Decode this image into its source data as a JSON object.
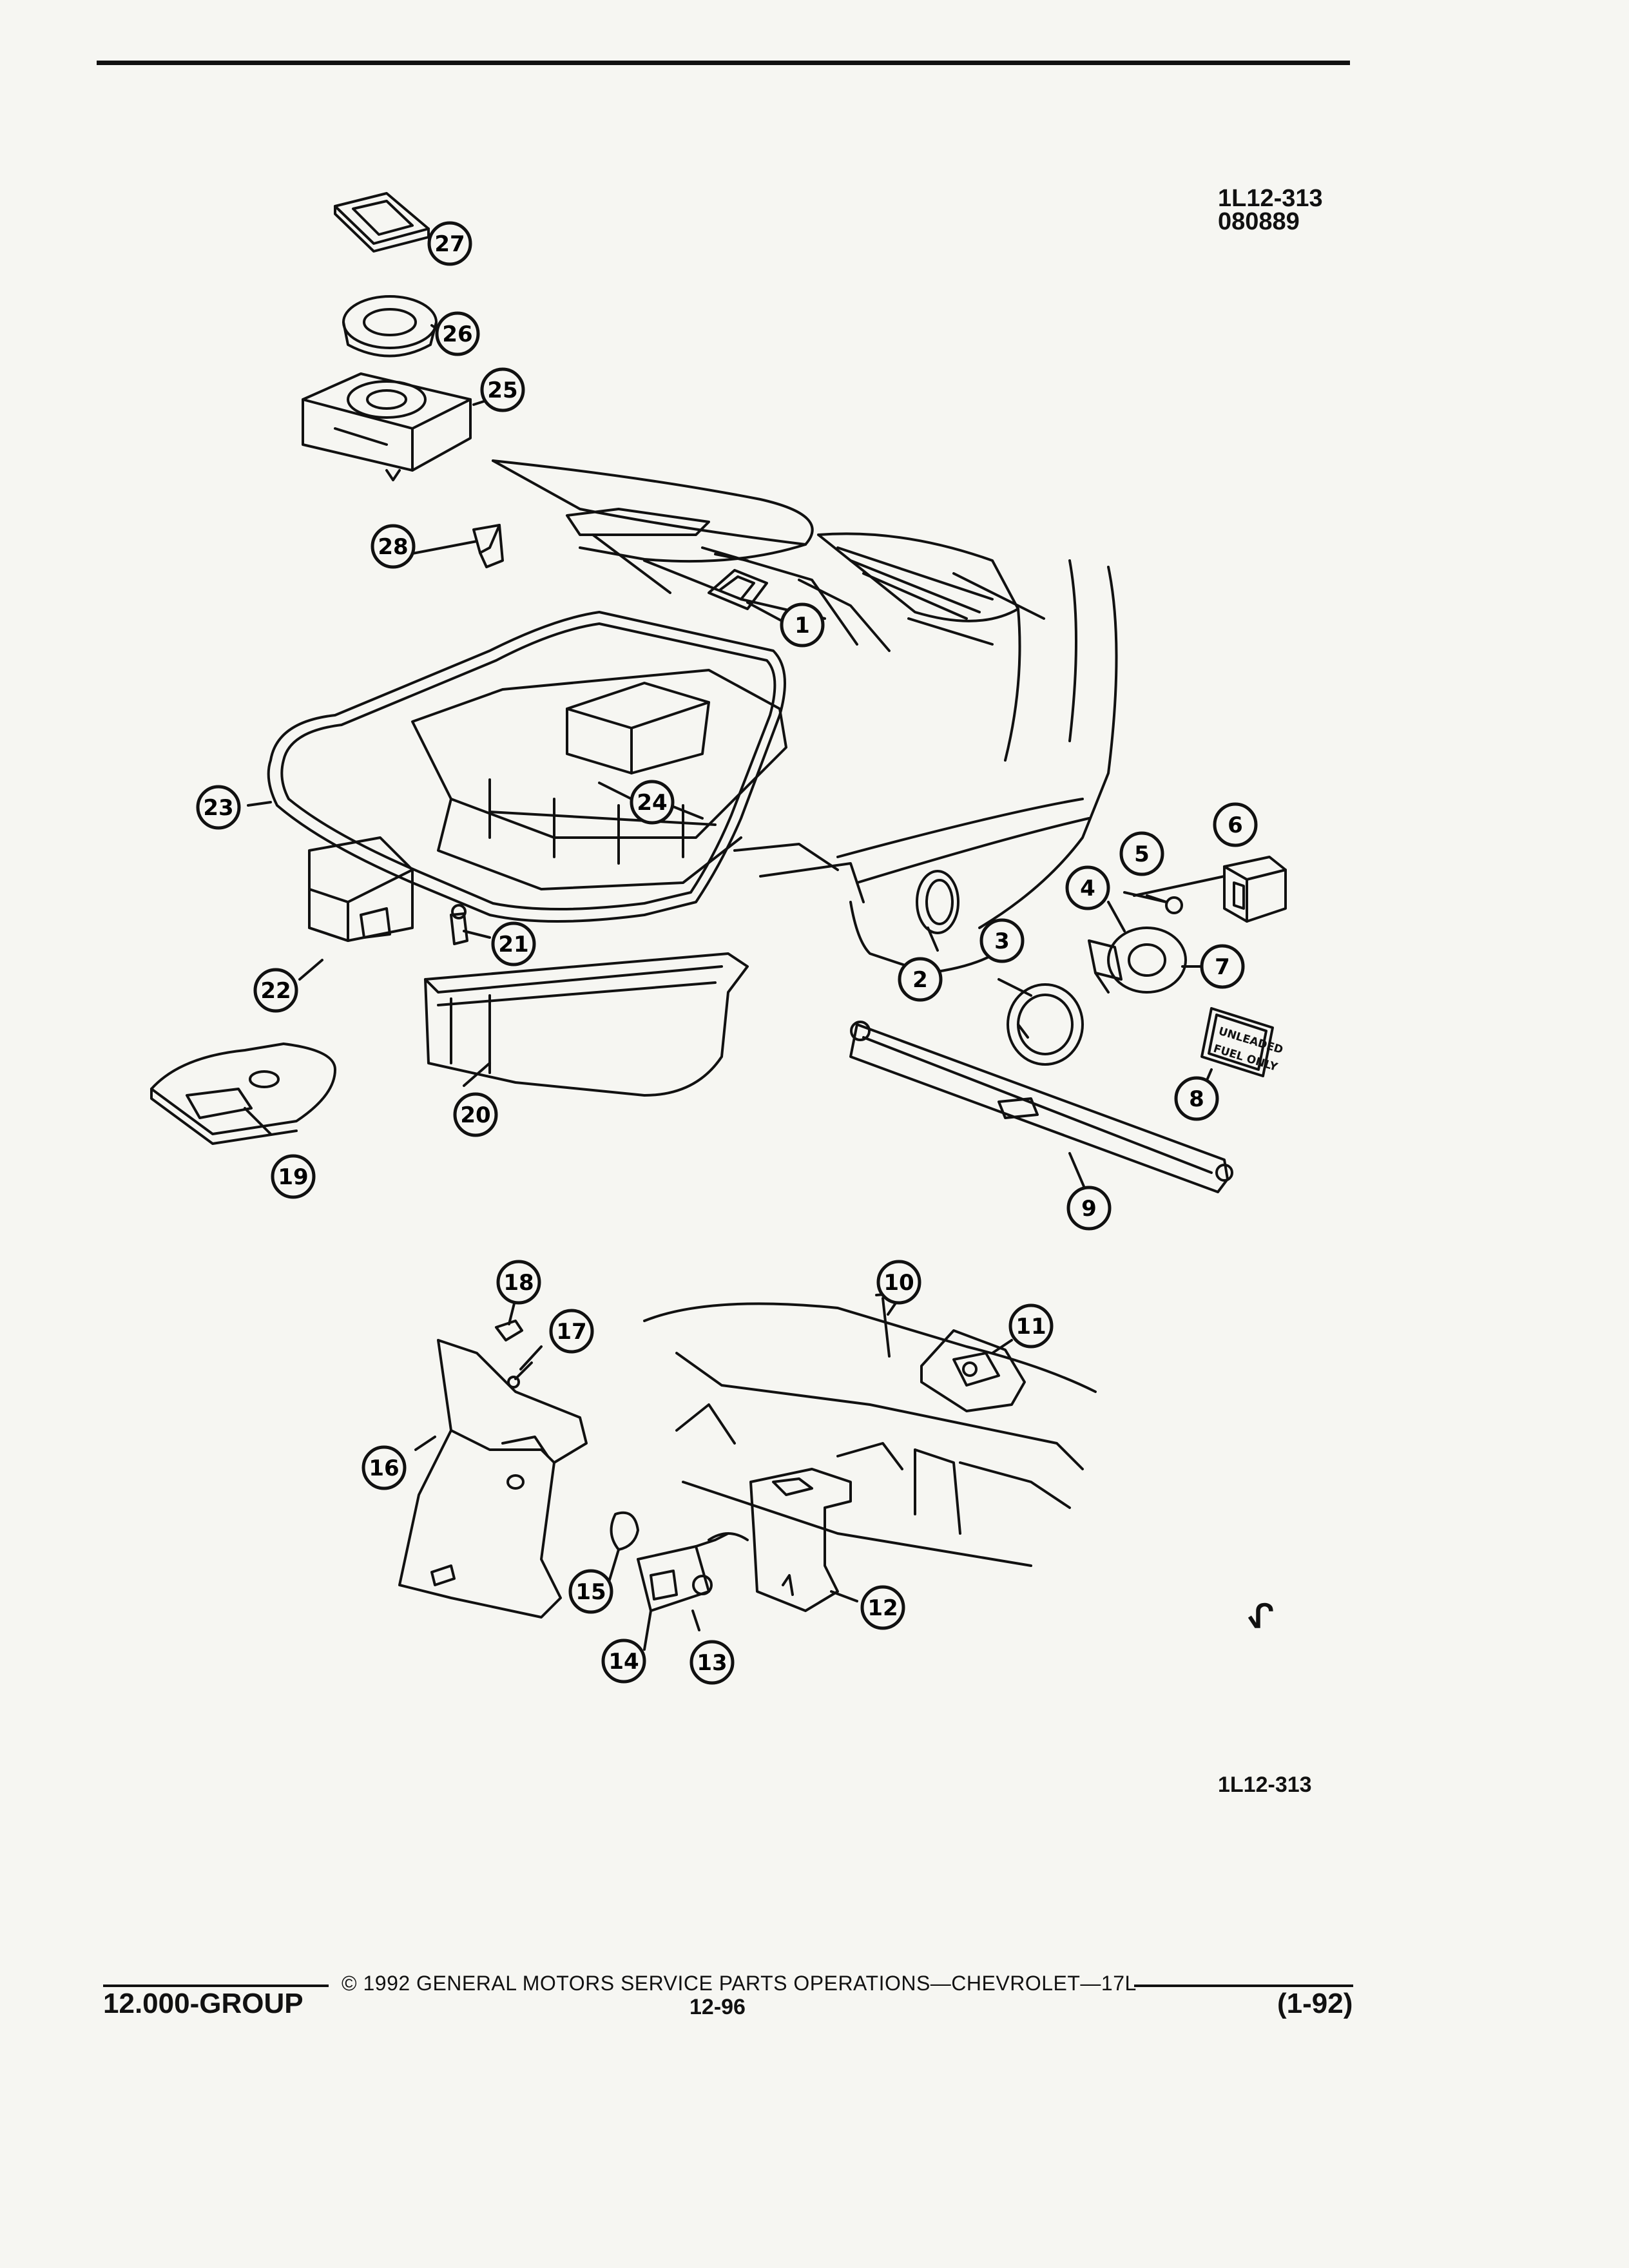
{
  "header": {
    "figure_code": "1L12-313",
    "date_code": "080889"
  },
  "figure_label_bottom": "1L12-313",
  "mark_glyph": "ᖋ",
  "callouts": [
    "1",
    "2",
    "3",
    "4",
    "5",
    "6",
    "7",
    "8",
    "9",
    "10",
    "11",
    "12",
    "13",
    "14",
    "15",
    "16",
    "17",
    "18",
    "19",
    "20",
    "21",
    "22",
    "23",
    "24",
    "25",
    "26",
    "27",
    "28"
  ],
  "part_labels": {
    "fuel_label_line1": "UNLEADED",
    "fuel_label_line2": "FUEL ONLY"
  },
  "footer": {
    "group": "12.000-GROUP",
    "copyright": "© 1992 GENERAL MOTORS SERVICE PARTS OPERATIONS—CHEVROLET—17L",
    "page": "12-96",
    "revision": "(1-92)"
  }
}
